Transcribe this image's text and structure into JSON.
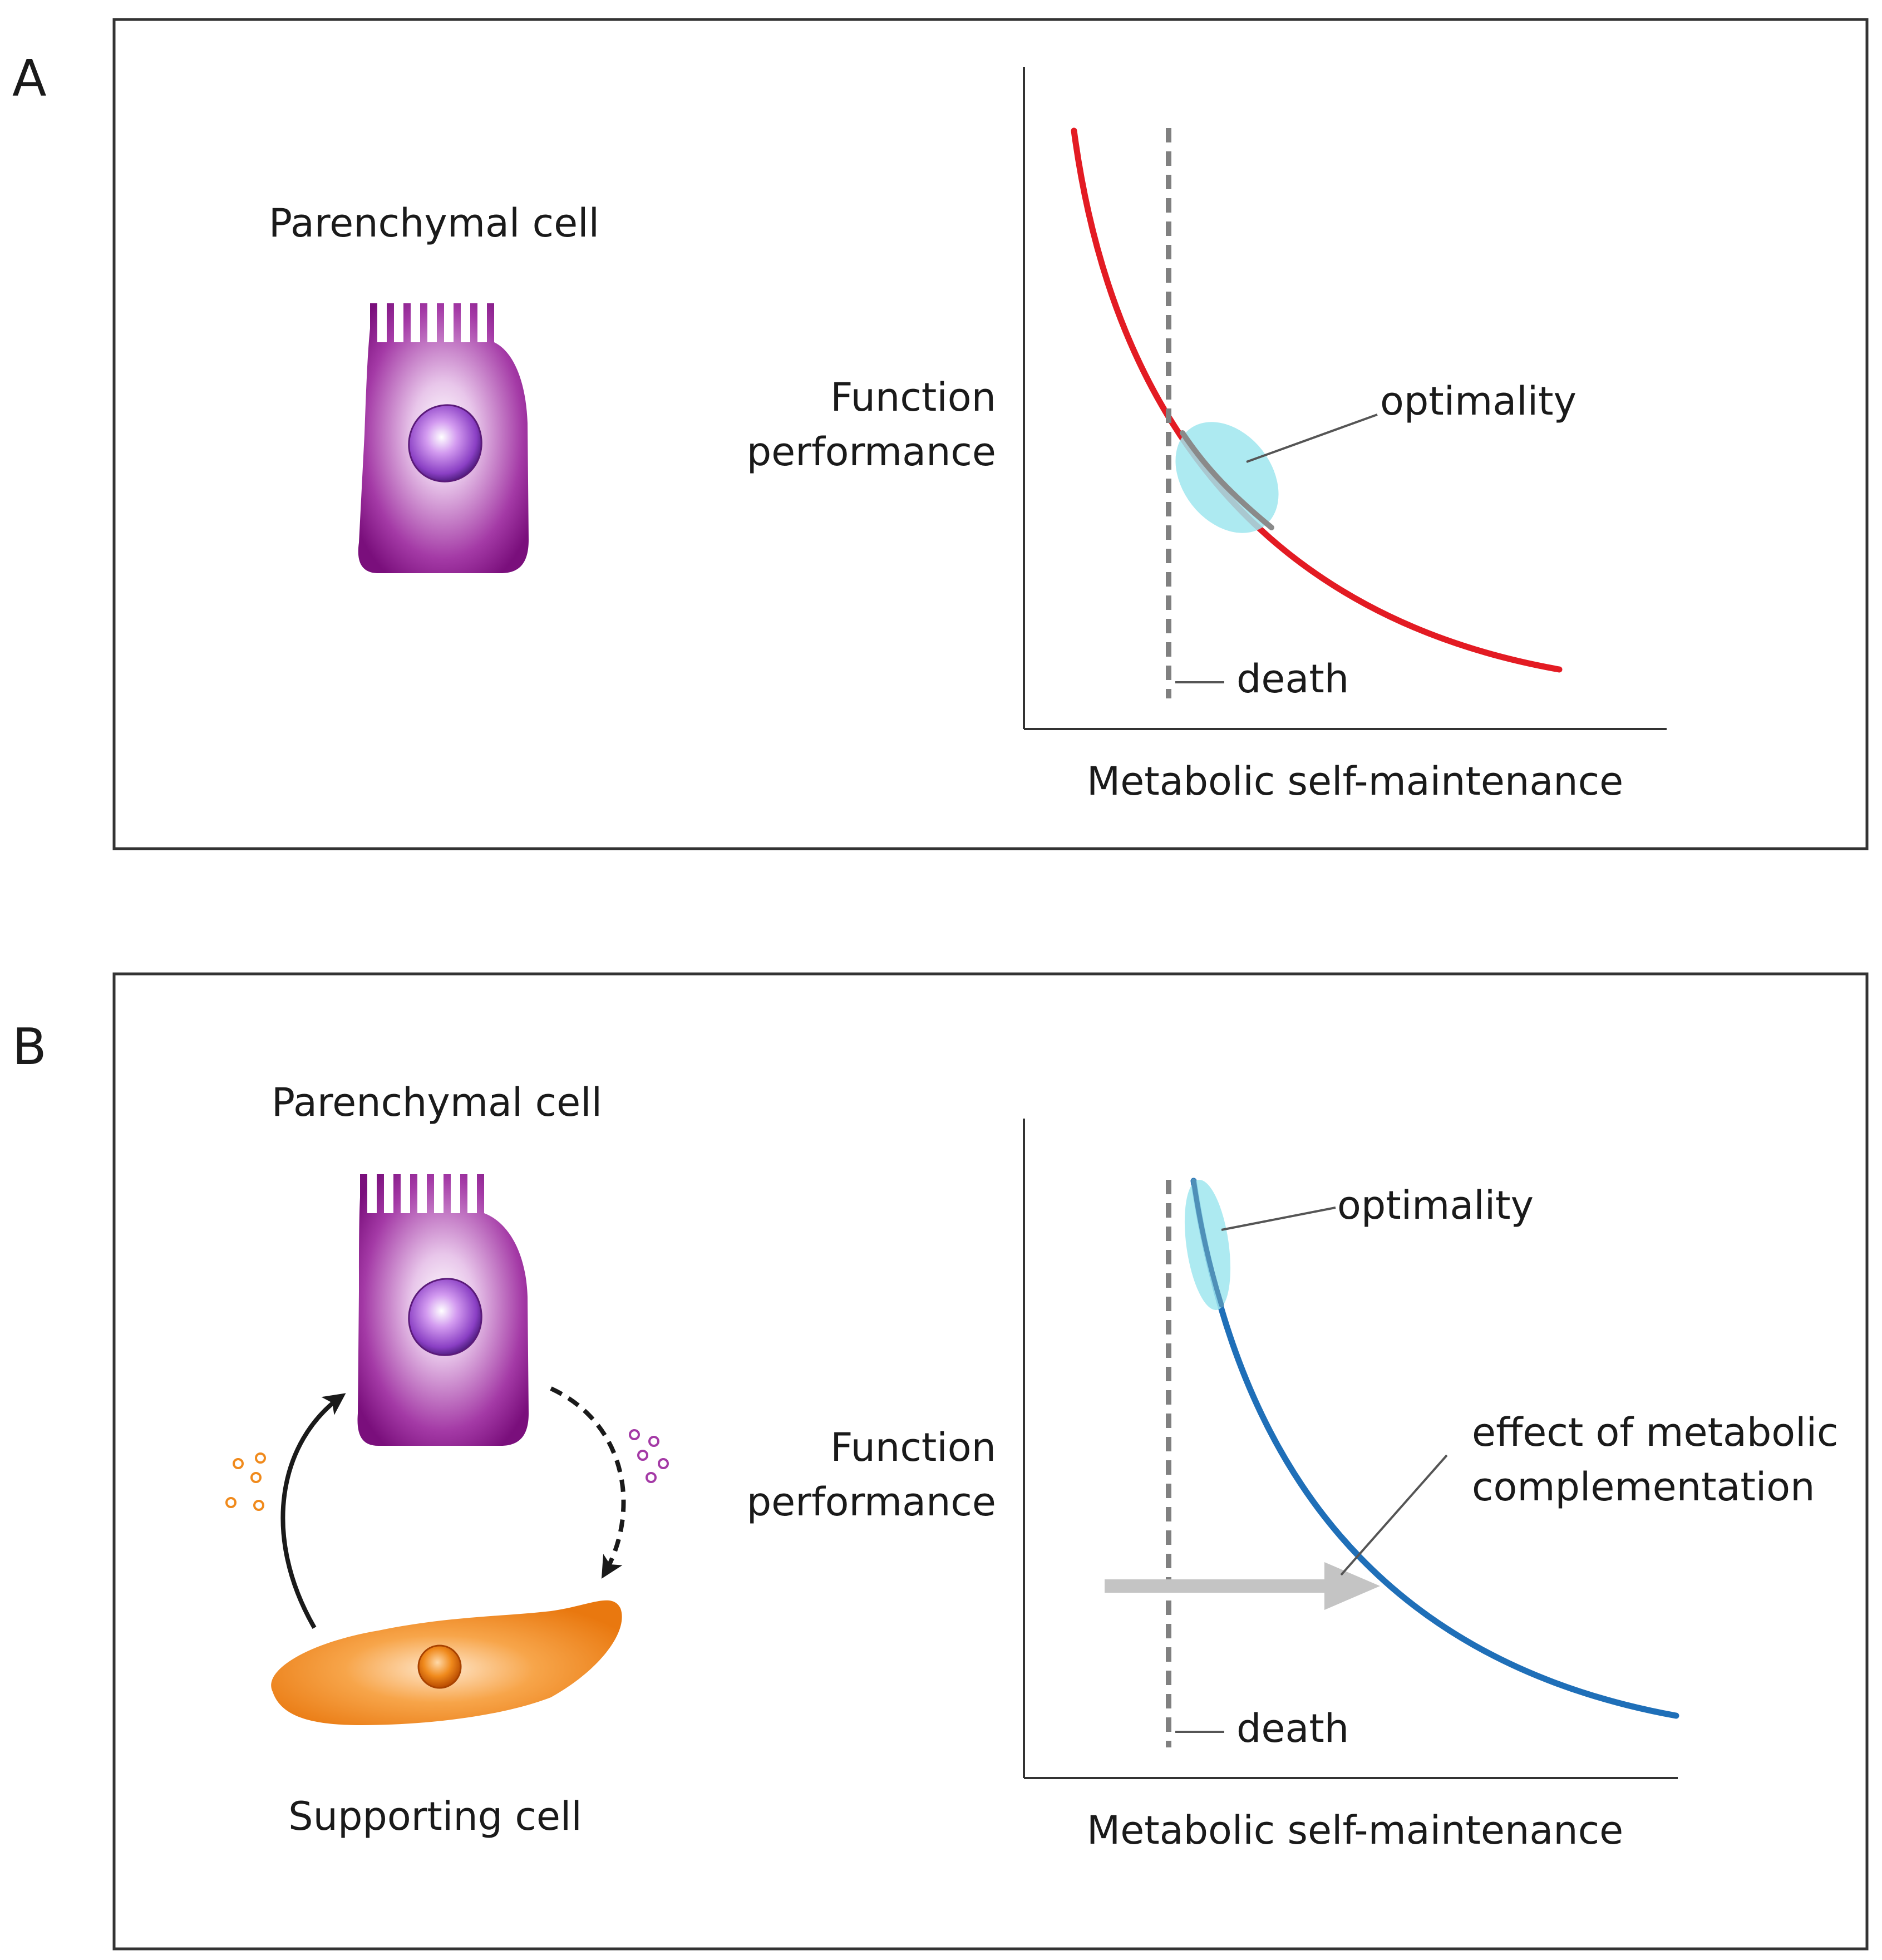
{
  "panels": [
    {
      "letter": "A",
      "parenchymal_cell_label": "Parenchymal cell",
      "y_axis_label_line1": "Function",
      "y_axis_label_line2": "performance",
      "x_axis_label": "Metabolic self-maintenance",
      "optimality_label": "optimality",
      "death_label": "death",
      "curve_color": "#e31b23"
    },
    {
      "letter": "B",
      "parenchymal_cell_label": "Parenchymal cell",
      "supporting_cell_label": "Supporting cell",
      "y_axis_label_line1": "Function",
      "y_axis_label_line2": "performance",
      "x_axis_label": "Metabolic self-maintenance",
      "optimality_label": "optimality",
      "death_label": "death",
      "effect_label_line1": "effect of metabolic",
      "effect_label_line2": "complementation",
      "curve_color": "#1f6fb8"
    }
  ],
  "colors": {
    "parenchymal_cell": "#8e1b8e",
    "supporting_cell": "#f08a1c",
    "optimality_ellipse": "#9fe6ee",
    "death_line": "#808080",
    "shift_arrow": "#c4c4c4"
  }
}
